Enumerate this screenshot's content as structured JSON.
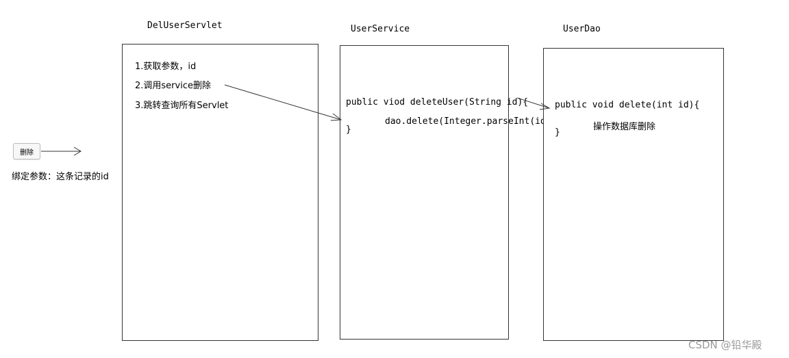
{
  "servlet": {
    "title": "DelUserServlet",
    "steps": [
      "1.获取参数，id",
      "2.调用service删除",
      "3.跳转查询所有Servlet"
    ]
  },
  "service": {
    "title": "UserService",
    "code": [
      "public viod deleteUser(String id){",
      "dao.delete(Integer.parseInt(id));",
      "}"
    ]
  },
  "dao": {
    "title": "UserDao",
    "code": [
      "public void delete(int id){",
      "操作数据库删除",
      "}"
    ]
  },
  "delete_button": {
    "label": "删除"
  },
  "bind_note": "绑定参数：这条记录的id",
  "watermark": "CSDN @铅华殿",
  "colors": {
    "box_border": "#333333",
    "arrow": "#333333",
    "watermark": "#9a9a9a"
  }
}
